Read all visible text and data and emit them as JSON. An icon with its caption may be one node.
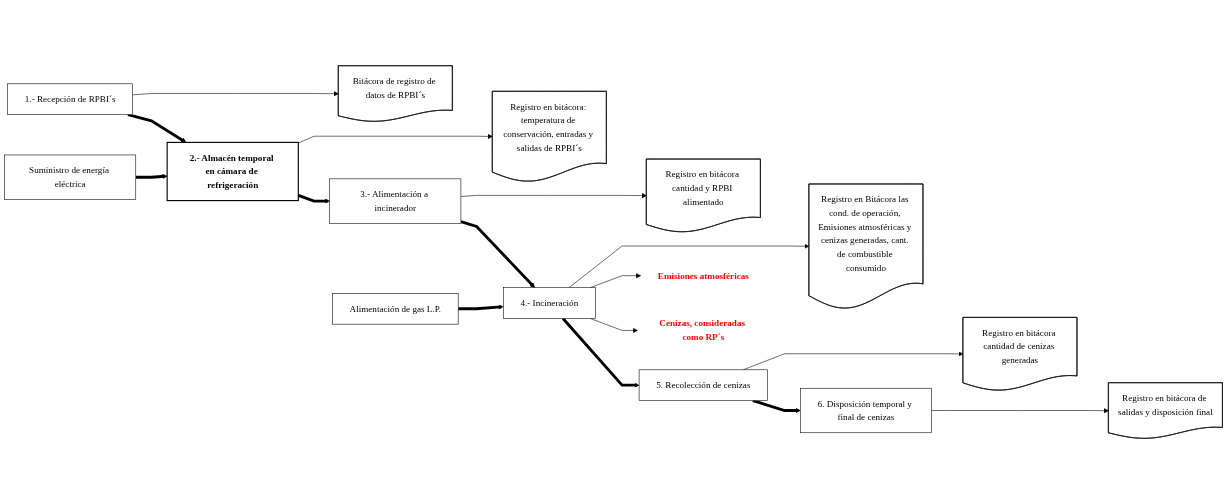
{
  "diagram": {
    "nodes": [
      {
        "text": [
          "Bitácora de registro de datos de RPBI´s"
        ]
      },
      {
        "text": [
          "Registro en bitácora: temperatura de conservación, entradas y salidas de RPBI´s"
        ]
      },
      {
        "text": [
          "Registro en bitácora cantidad y RPBI alimentado"
        ]
      },
      {
        "text": [
          "Registro en Bitácora las cond. de operación, Emisiones atmosféricas y cenizas generadas, cant. de combustible consumido"
        ]
      },
      {
        "text": [
          "Registro en bitácora cantidad de cenizas generadas"
        ]
      },
      {
        "text": [
          "Registro en bitácora de salidas y disposición final"
        ]
      },
      {
        "text": [
          "1.- Recepción de RPBI´s"
        ]
      },
      {
        "text": [
          "2.- Almacén temporal en cámara de refrigeración"
        ]
      },
      {
        "text": [
          "3.- Alimentación a incinerador"
        ]
      },
      {
        "text": [
          "4.- Incineración"
        ]
      },
      {
        "text": [
          "5. Recolección de cenizas"
        ]
      },
      {
        "text": [
          "6. Disposición temporal y final de cenizas"
        ]
      },
      {
        "text": [
          "Emisiones atmosféricas"
        ]
      },
      {
        "text": [
          "Cenizas, consideradas como RP´s"
        ]
      },
      {
        "text": [
          "Suministro de energía eléctrica"
        ]
      },
      {
        "text": [
          "Alimentación de gas L.P."
        ]
      }
    ],
    "edges": [
      {
        "from": 6,
        "to": 0,
        "arrow": "to"
      },
      {
        "from": 7,
        "to": 1,
        "arrow": "to"
      },
      {
        "from": 8,
        "to": 2,
        "arrow": "to"
      },
      {
        "from": 9,
        "to": 3,
        "arrow": "to"
      },
      {
        "from": 10,
        "to": 4,
        "arrow": "to"
      },
      {
        "from": 11,
        "to": 5,
        "arrow": "to"
      },
      {
        "from": 6,
        "to": 7,
        "arrow": "to",
        "style": "thick"
      },
      {
        "from": 7,
        "to": 8,
        "arrow": "to",
        "style": "thick"
      },
      {
        "from": 8,
        "to": 9,
        "arrow": "to",
        "style": "thick"
      },
      {
        "from": 9,
        "to": 10,
        "arrow": "to",
        "style": "thick"
      },
      {
        "from": 10,
        "to": 11,
        "arrow": "to",
        "style": "thick"
      },
      {
        "from": 14,
        "to": 7,
        "arrow": "to",
        "style": "thick"
      },
      {
        "from": 15,
        "to": 9,
        "arrow": "to",
        "style": "thick"
      },
      {
        "from": 9,
        "to": 12,
        "arrow": "to"
      },
      {
        "from": 9,
        "to": 13,
        "arrow": "to"
      }
    ]
  }
}
